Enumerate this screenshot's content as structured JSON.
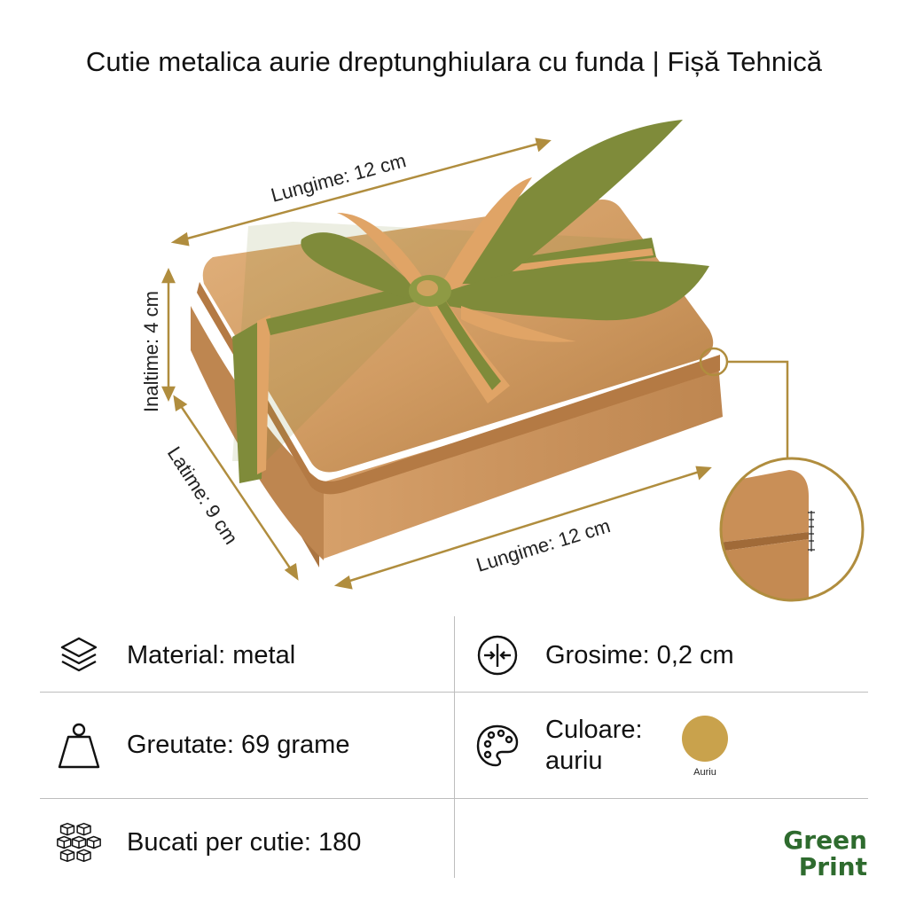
{
  "title": "Cutie metalica aurie dreptunghiulara cu funda | Fișă Tehnică",
  "dimensions": {
    "length_top": "Lungime: 12 cm",
    "height": "Inaltime: 4 cm",
    "width": "Latime: 9 cm",
    "length_bottom": "Lungime: 12 cm"
  },
  "specs": {
    "material": "Material: metal",
    "thickness": "Grosime: 0,2 cm",
    "weight": "Greutate: 69 grame",
    "color_line1": "Culoare:",
    "color_line2": "auriu",
    "color_swatch_label": "Auriu",
    "pieces": "Bucati per cutie: 180"
  },
  "brand": {
    "line1": "Green",
    "line2": "Print"
  },
  "colors": {
    "gold": "#C9A24C",
    "box_gold": "#C8915A",
    "ribbon_olive": "#7F8B3A",
    "ribbon_tan": "#E0A466",
    "accent_line": "#B08D3E",
    "brand_green": "#2E6B2E"
  },
  "icons": [
    "layers-icon",
    "compress-icon",
    "weight-icon",
    "palette-icon",
    "boxes-icon"
  ]
}
